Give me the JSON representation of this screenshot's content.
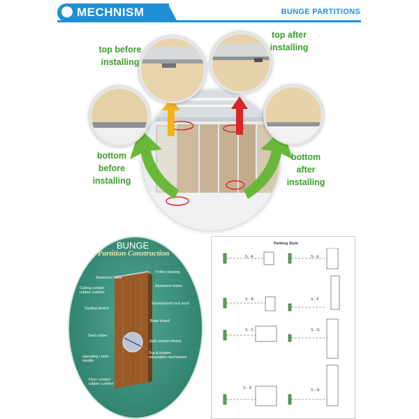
{
  "header": {
    "title": "MECHNISM",
    "brand": "BUNGE PARTITIONS"
  },
  "mechanism": {
    "top_before": [
      "top before",
      "installing"
    ],
    "top_after": [
      "top after",
      "installing"
    ],
    "bottom_before": [
      "bottom",
      "before",
      "installing"
    ],
    "bottom_after": [
      "bottom",
      "after",
      "installing"
    ]
  },
  "construction": {
    "brand": "BUNGE",
    "subtitle": "Partition Construction",
    "labels": {
      "aluminum_track": "Aluminum track",
      "trolley_bearing": "Trolley bearing",
      "ceiling_cushion": [
        "Ceiling contact",
        "rubber cushion"
      ],
      "aluminum_frame": "Aluminum frame",
      "sealing_device": "Sealing device",
      "rock_wool": "Sound-proof rock wool",
      "base_board": "Base board",
      "seal_rubber": "Seal rubber",
      "jack_contact": "Jack contact device",
      "crank_handle": [
        "operating crank",
        "handle"
      ],
      "retractable": [
        "Top & bottom",
        "retractable mechanism"
      ],
      "floor_cushion": [
        "Floor contact",
        "rubber cushion"
      ]
    }
  },
  "parking": {
    "title": "Parking Style",
    "styles": [
      "S - A",
      "S - E",
      "S - B",
      "S - F",
      "S - C",
      "S - G",
      "S - D",
      "S - H"
    ]
  },
  "colors": {
    "accent": "#1e8fd6",
    "green": "#3b9e2a",
    "oval": "#3a8d78"
  }
}
